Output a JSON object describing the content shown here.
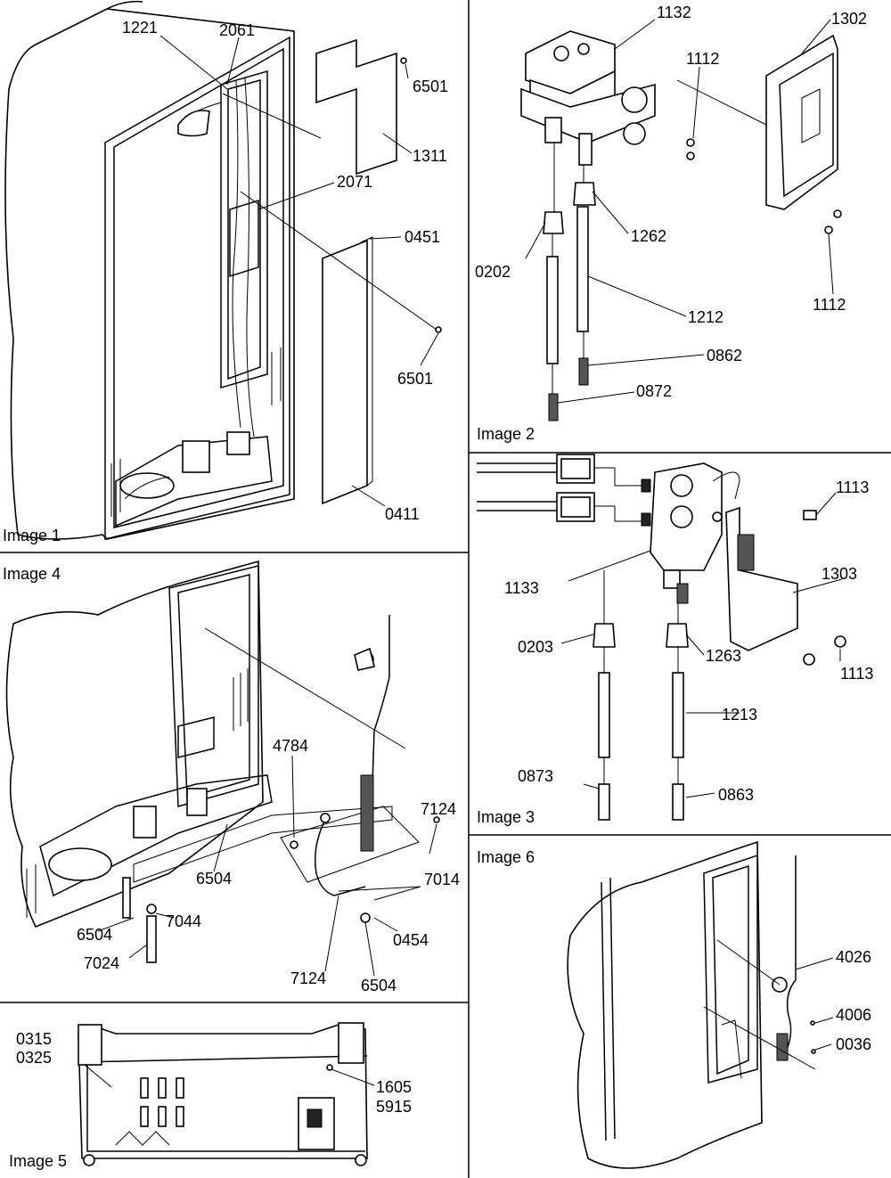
{
  "panels": [
    {
      "id": "image1",
      "title": "Image 1"
    },
    {
      "id": "image2",
      "title": "Image 2"
    },
    {
      "id": "image3",
      "title": "Image 3"
    },
    {
      "id": "image4",
      "title": "Image 4"
    },
    {
      "id": "image5",
      "title": "Image 5"
    },
    {
      "id": "image6",
      "title": "Image 6"
    }
  ],
  "labels": {
    "p1_1221": "1221",
    "p1_2061": "2061",
    "p1_6501a": "6501",
    "p1_1311": "1311",
    "p1_2071": "2071",
    "p1_0451": "0451",
    "p1_6501b": "6501",
    "p1_0411": "0411",
    "p2_1132": "1132",
    "p2_1302": "1302",
    "p2_1112a": "1112",
    "p2_1262": "1262",
    "p2_0202": "0202",
    "p2_1212": "1212",
    "p2_1112b": "1112",
    "p2_0862": "0862",
    "p2_0872": "0872",
    "p3_1113a": "1113",
    "p3_1133": "1133",
    "p3_1303": "1303",
    "p3_0203": "0203",
    "p3_1263": "1263",
    "p3_1113b": "1113",
    "p3_1213": "1213",
    "p3_0873": "0873",
    "p3_0863": "0863",
    "p4_4784": "4784",
    "p4_7124a": "7124",
    "p4_6504a": "6504",
    "p4_7014": "7014",
    "p4_6504b": "6504",
    "p4_7044": "7044",
    "p4_0454": "0454",
    "p4_7024": "7024",
    "p4_7124b": "7124",
    "p4_6504c": "6504",
    "p5_0315": "0315",
    "p5_0325": "0325",
    "p5_1605": "1605",
    "p5_5915": "5915",
    "p6_4026": "4026",
    "p6_4006": "4006",
    "p6_0036": "0036"
  }
}
